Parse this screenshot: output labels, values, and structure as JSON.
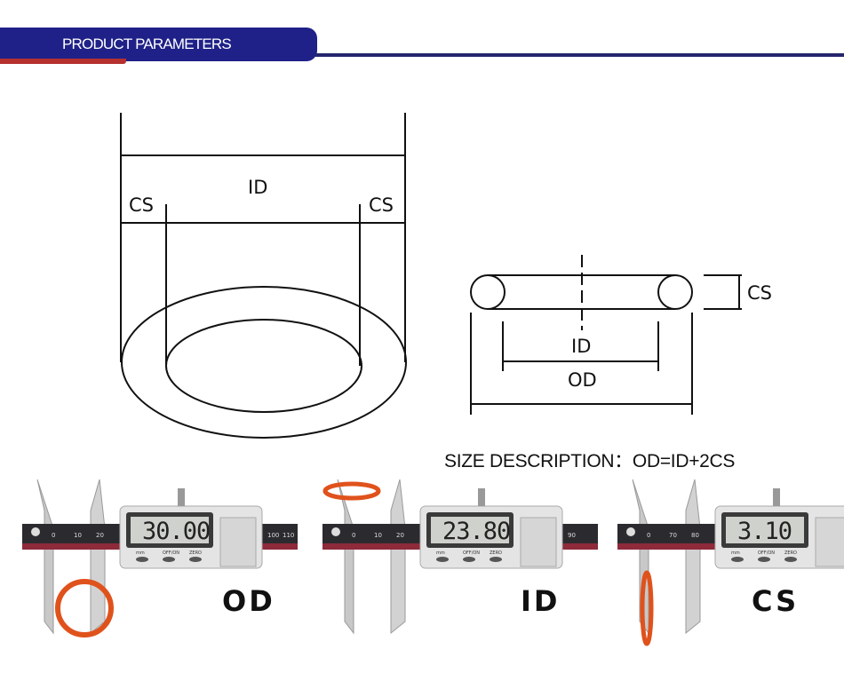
{
  "header": {
    "title": "PRODUCT PARAMETERS",
    "colors": {
      "navy": "#1f2188",
      "red": "#b5302f"
    }
  },
  "diagram": {
    "top_view": {
      "id_label": "ID",
      "cs_left_label": "CS",
      "cs_right_label": "CS"
    },
    "section_view": {
      "cs_label": "CS",
      "id_label": "ID",
      "od_label": "OD"
    },
    "size_description": "SIZE DESCRIPTION：OD=ID+2CS"
  },
  "measurements": [
    {
      "label": "OD",
      "reading": "30.00",
      "scale_ticks": [
        "0",
        "10",
        "20",
        "100",
        "110"
      ],
      "buttons": [
        "mm",
        "OFF/ON",
        "ZERO"
      ]
    },
    {
      "label": "ID",
      "reading": "23.80",
      "scale_ticks": [
        "0",
        "10",
        "20",
        "90"
      ],
      "buttons": [
        "mm",
        "OFF/ON",
        "ZERO"
      ]
    },
    {
      "label": "CS",
      "reading": "3.10",
      "scale_ticks": [
        "0",
        "70",
        "80"
      ],
      "buttons": [
        "mm",
        "OFF/ON",
        "ZERO"
      ]
    }
  ],
  "ring_color": "#e0521c"
}
